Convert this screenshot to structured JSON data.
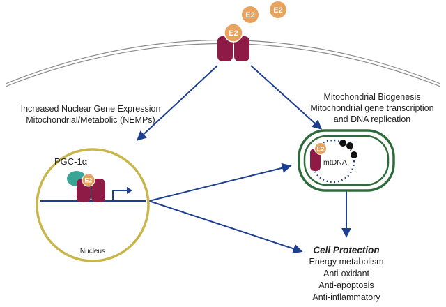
{
  "membrane": {
    "hormone_label": "E2",
    "free_hormone_labels": [
      "E2",
      "E2"
    ]
  },
  "nucleus_pathway": {
    "caption_line1": "Increased Nuclear Gene Expression",
    "caption_line2": "Mitochondrial/Metabolic (NEMPs)",
    "coactivator_label": "PGC-1α",
    "receptor_label": "E2",
    "nucleus_label": "Nucleus"
  },
  "mito_pathway": {
    "caption_line1": "Mitochondrial Biogenesis",
    "caption_line2": "Mitochondrial gene transcription",
    "caption_line3": "and DNA replication",
    "receptor_label": "E2",
    "dna_label": "mtDNA"
  },
  "outcome": {
    "title": "Cell Protection",
    "items": [
      "Energy metabolism",
      "Anti-oxidant",
      "Anti-apoptosis",
      "Anti-inflammatory"
    ]
  },
  "colors": {
    "receptor": "#8e1b45",
    "hormone": "#e8a45e",
    "arrow": "#1e3f8f",
    "nucleus_ring": "#c9b64b",
    "mito_membrane": "#2e6b3a",
    "coactivator": "#3aa596",
    "membrane_line": "#8a8a8a"
  }
}
